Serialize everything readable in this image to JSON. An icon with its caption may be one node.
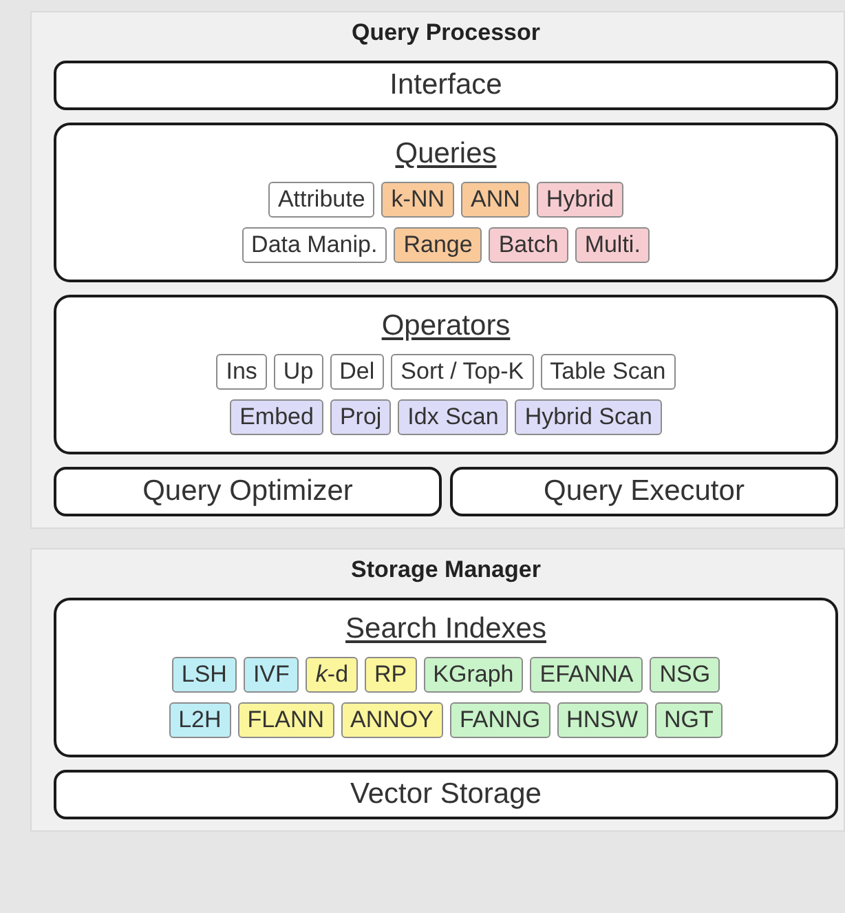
{
  "diagram": {
    "nodes": [
      {
        "text": [
          "Query Processor"
        ]
      },
      {
        "text": [
          "Interface"
        ],
        "in": 0
      },
      {
        "text": [
          "Queries"
        ],
        "in": 0
      },
      {
        "text": [
          "Attribute"
        ],
        "in": 2
      },
      {
        "text": [
          "k-NN"
        ],
        "in": 2
      },
      {
        "text": [
          "ANN"
        ],
        "in": 2
      },
      {
        "text": [
          "Hybrid"
        ],
        "in": 2
      },
      {
        "text": [
          "Data Manip."
        ],
        "in": 2
      },
      {
        "text": [
          "Range"
        ],
        "in": 2
      },
      {
        "text": [
          "Batch"
        ],
        "in": 2
      },
      {
        "text": [
          "Multi."
        ],
        "in": 2
      },
      {
        "text": [
          "Operators"
        ],
        "in": 0
      },
      {
        "text": [
          "Ins"
        ],
        "in": 11
      },
      {
        "text": [
          "Up"
        ],
        "in": 11
      },
      {
        "text": [
          "Del"
        ],
        "in": 11
      },
      {
        "text": [
          "Sort / Top-K"
        ],
        "in": 11
      },
      {
        "text": [
          "Table Scan"
        ],
        "in": 11
      },
      {
        "text": [
          "Embed"
        ],
        "in": 11
      },
      {
        "text": [
          "Proj"
        ],
        "in": 11
      },
      {
        "text": [
          "Idx Scan"
        ],
        "in": 11
      },
      {
        "text": [
          "Hybrid Scan"
        ],
        "in": 11
      },
      {
        "text": [
          "Query Optimizer"
        ],
        "in": 0
      },
      {
        "text": [
          "Query Executor"
        ],
        "in": 0
      },
      {
        "text": [
          "Storage Manager"
        ]
      },
      {
        "text": [
          "Search Indexes"
        ],
        "in": 23
      },
      {
        "text": [
          "LSH"
        ],
        "in": 24
      },
      {
        "text": [
          "IVF"
        ],
        "in": 24
      },
      {
        "text": [
          "*k*-d"
        ],
        "in": 24
      },
      {
        "text": [
          "RP"
        ],
        "in": 24
      },
      {
        "text": [
          "KGraph"
        ],
        "in": 24
      },
      {
        "text": [
          "EFANNA"
        ],
        "in": 24
      },
      {
        "text": [
          "NSG"
        ],
        "in": 24
      },
      {
        "text": [
          "L2H"
        ],
        "in": 24
      },
      {
        "text": [
          "FLANN"
        ],
        "in": 24
      },
      {
        "text": [
          "ANNOY"
        ],
        "in": 24
      },
      {
        "text": [
          "FANNG"
        ],
        "in": 24
      },
      {
        "text": [
          "HNSW"
        ],
        "in": 24
      },
      {
        "text": [
          "NGT"
        ],
        "in": 24
      },
      {
        "text": [
          "Vector Storage"
        ],
        "in": 23
      }
    ]
  }
}
